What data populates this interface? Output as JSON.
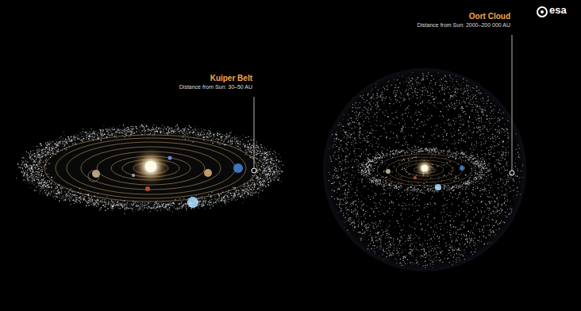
{
  "diagram": {
    "labels": [
      "Kuiper Belt",
      "Distance from Sun: 30–50 AU",
      "Oort Cloud",
      "Distance from Sun: 2000–200 000 AU",
      "esa"
    ]
  }
}
